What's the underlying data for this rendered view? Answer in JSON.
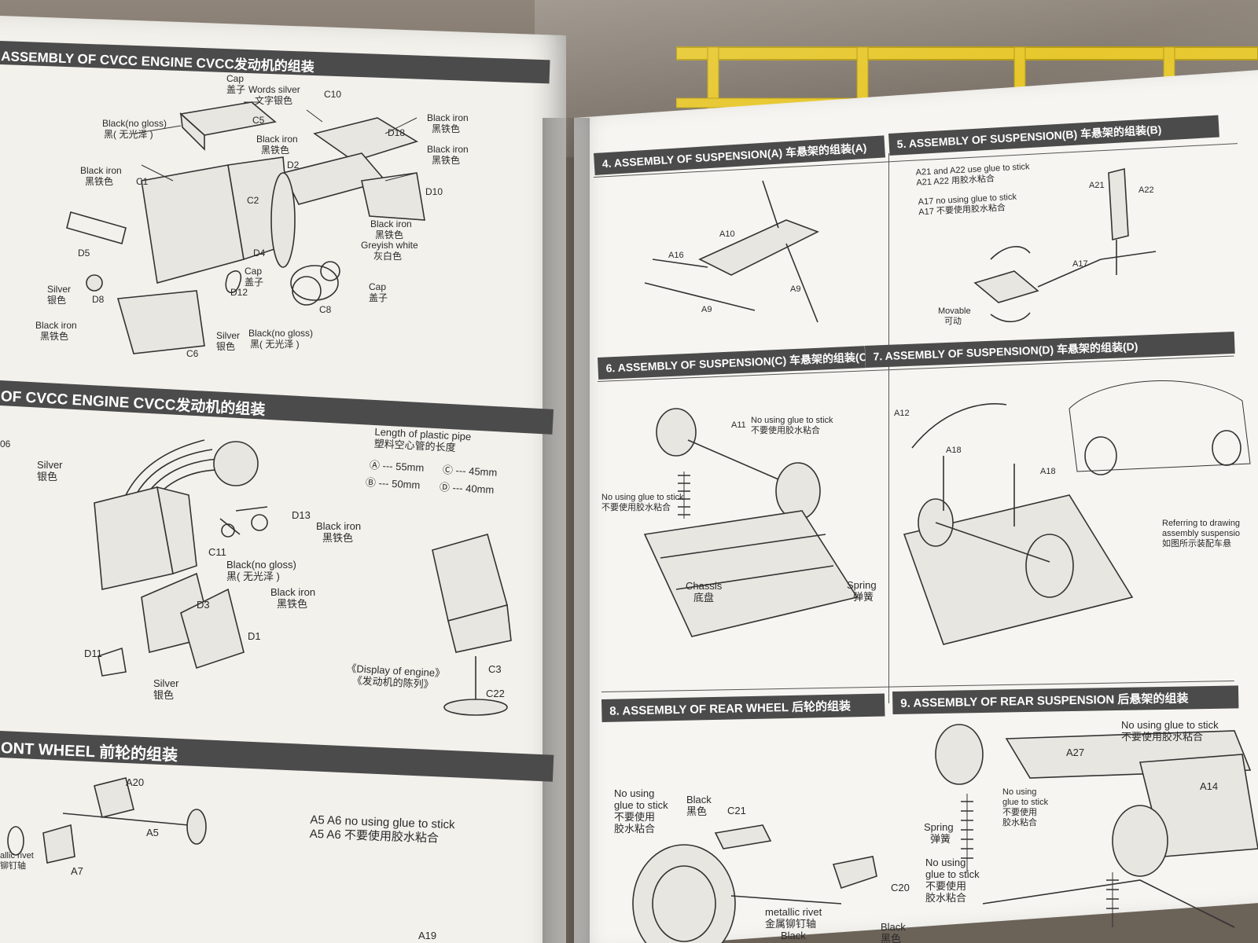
{
  "left_page": {
    "section1_title": "ASSEMBLY OF CVCC ENGINE CVCC发动机的组装",
    "section1_labels": {
      "cap": "Cap",
      "cap_cn": "盖子",
      "words_silver": "Words silver",
      "words_silver_cn": "文字银色",
      "c10": "C10",
      "c5": "C5",
      "black_no_gloss": "Black(no gloss)",
      "black_no_gloss_cn": "黑( 无光泽 )",
      "black_iron": "Black iron",
      "black_iron_cn": "黑铁色",
      "d18": "D18",
      "d2": "D2",
      "d10": "D10",
      "c1": "C1",
      "c2": "C2",
      "d5": "D5",
      "d4": "D4",
      "d8": "D8",
      "d12": "D12",
      "c8": "C8",
      "c6": "C6",
      "silver": "Silver",
      "silver_cn": "银色",
      "greyish_white": "Greyish white",
      "greyish_white_cn": "灰白色"
    },
    "section2_title": "OF CVCC ENGINE CVCC发动机的组装",
    "section2_labels": {
      "d6": "06",
      "silver": "Silver",
      "silver_cn": "银色",
      "pipe_length": "Length of plastic pipe",
      "pipe_length_cn": "塑料空心管的长度",
      "pipe_a": "Ⓐ --- 55mm",
      "pipe_c": "Ⓒ --- 45mm",
      "pipe_b": "Ⓑ --- 50mm",
      "pipe_d": "Ⓓ --- 40mm",
      "d13": "D13",
      "black_iron": "Black iron",
      "black_iron_cn": "黑铁色",
      "c11": "C11",
      "black_no_gloss": "Black(no gloss)",
      "black_no_gloss_cn": "黑( 无光泽 )",
      "d3": "D3",
      "d1": "D1",
      "d11": "D11",
      "display": "《Display of engine》",
      "display_cn": "《发动机的陈列》",
      "c3": "C3",
      "c22": "C22"
    },
    "section3_title": "ONT WHEEL 前轮的组装",
    "section3_labels": {
      "a20": "A20",
      "a5": "A5",
      "a7": "A7",
      "note": "A5 A6 no using glue to stick",
      "note_cn": "A5 A6 不要使用胶水粘合",
      "rivet": "allic rivet",
      "rivet_cn": "铆钉轴",
      "a19": "A19"
    }
  },
  "right_page": {
    "s4_title": "4. ASSEMBLY OF SUSPENSION(A) 车悬架的组装(A)",
    "s4_labels": {
      "a10": "A10",
      "a16": "A16",
      "a9a": "A9",
      "a9b": "A9"
    },
    "s5_title": "5. ASSEMBLY OF SUSPENSION(B) 车悬架的组装(B)",
    "s5_labels": {
      "note1": "A21 and A22  use glue to stick",
      "note1_cn": "A21  A22  用胶水粘合",
      "note2": "A17  no using glue to stick",
      "note2_cn": "A17  不要使用胶水粘合",
      "a21": "A21",
      "a22": "A22",
      "a17": "A17",
      "movable": "Movable",
      "movable_cn": "可动"
    },
    "s6_title": "6. ASSEMBLY OF SUSPENSION(C) 车悬架的组装(C)",
    "s6_labels": {
      "a11": "A11",
      "no_glue": "No using glue to stick",
      "no_glue_cn": "不要使用胶水粘合",
      "no_glue2": "No using glue to stick",
      "no_glue2_cn": "不要使用胶水粘合",
      "chassis": "Chassis",
      "chassis_cn": "底盘",
      "spring": "Spring",
      "spring_cn": "弹簧"
    },
    "s7_title": "7. ASSEMBLY OF SUSPENSION(D) 车悬架的组装(D)",
    "s7_labels": {
      "a12": "A12",
      "a18a": "A18",
      "a18b": "A18",
      "refer": "Referring to drawing",
      "refer2": "assembly suspensio",
      "refer_cn": "如图所示装配车悬"
    },
    "s8_title": "8. ASSEMBLY OF REAR WHEEL 后轮的组装",
    "s8_labels": {
      "no_using": "No using",
      "glue_to": "glue to stick",
      "no_use_cn": "不要使用",
      "glue_cn": "胶水粘合",
      "black": "Black",
      "black_cn": "黑色",
      "c21": "C21",
      "c20": "C20",
      "rivet": "metallic rivet",
      "rivet_cn": "金属铆钉轴",
      "black2": "Black",
      "black3": "Black",
      "black3_cn": "黑色"
    },
    "s9_title": "9. ASSEMBLY OF REAR SUSPENSION 后悬架的组装",
    "s9_labels": {
      "no_glue": "No using glue to stick",
      "no_glue_cn": "不要使用胶水粘合",
      "a27": "A27",
      "a14": "A14",
      "small_note1": "No using",
      "small_note2": "glue to stick",
      "small_note3": "不要使用",
      "small_note4": "胶水粘合",
      "spring": "Spring",
      "spring_cn": "弹簧",
      "no_using": "No using",
      "glue_to": "glue to stick",
      "no_use_cn": "不要使用",
      "glue_cn": "胶水粘合"
    }
  }
}
